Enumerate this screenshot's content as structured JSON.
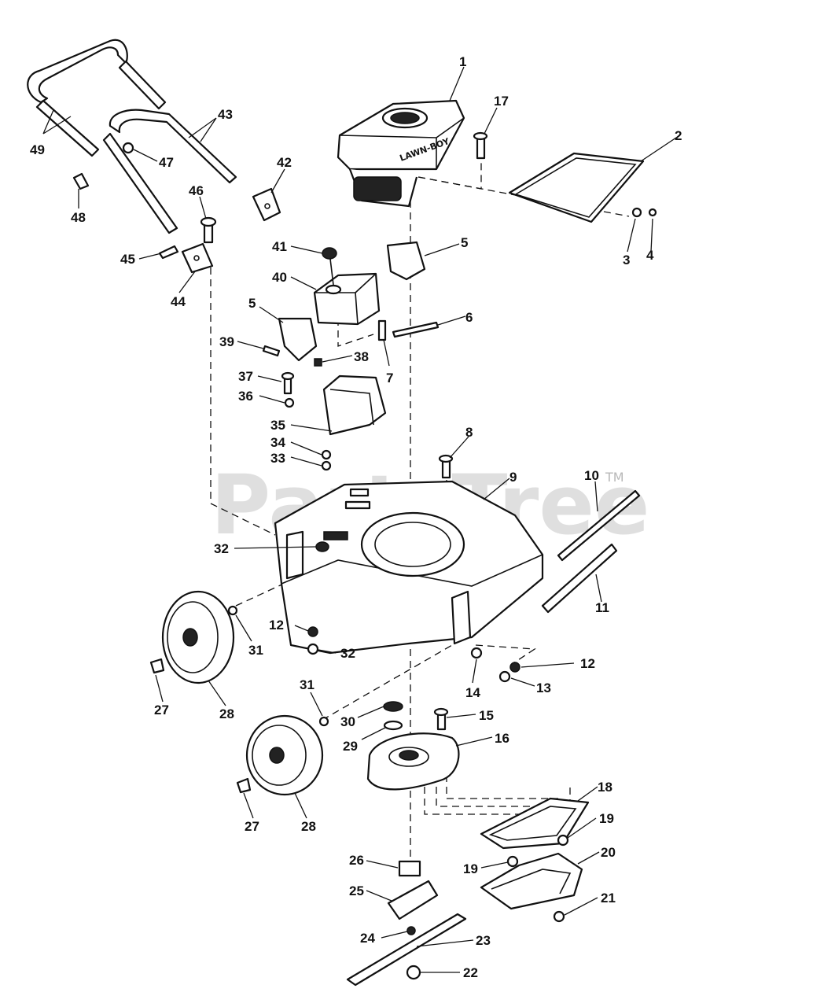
{
  "watermark": {
    "text": "PartsTree",
    "tm": "TM"
  },
  "engine_brand": "LAWN-BOY",
  "callouts": [
    "1",
    "2",
    "3",
    "4",
    "5",
    "5",
    "6",
    "7",
    "8",
    "9",
    "10",
    "11",
    "12",
    "12",
    "13",
    "14",
    "15",
    "16",
    "17",
    "18",
    "19",
    "19",
    "20",
    "21",
    "22",
    "23",
    "24",
    "25",
    "26",
    "27",
    "27",
    "28",
    "28",
    "29",
    "30",
    "31",
    "31",
    "32",
    "32",
    "33",
    "34",
    "35",
    "36",
    "37",
    "38",
    "39",
    "40",
    "41",
    "42",
    "43",
    "44",
    "45",
    "46",
    "47",
    "48",
    "49"
  ]
}
